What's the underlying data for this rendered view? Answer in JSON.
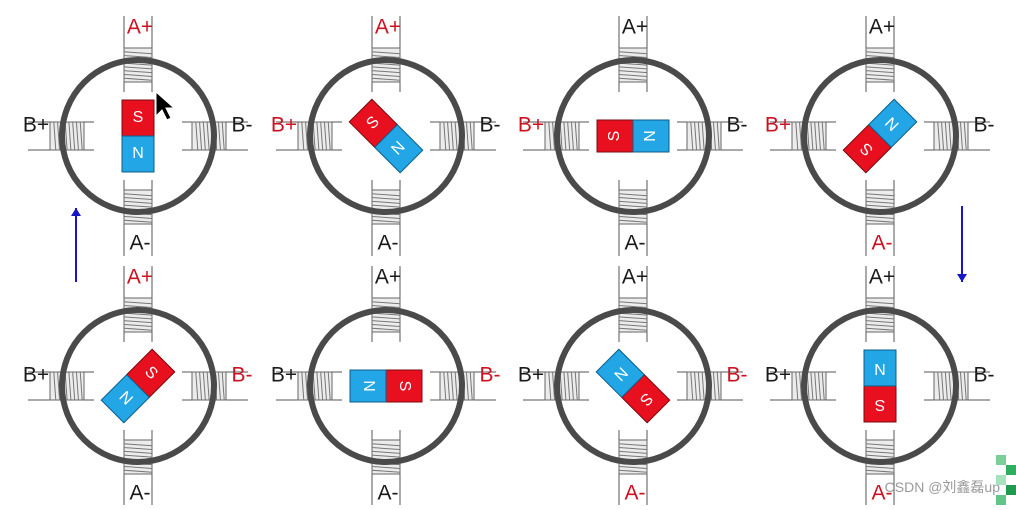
{
  "diagram": {
    "steps": [
      {
        "rotor_angle": 0,
        "active": [
          "A+"
        ]
      },
      {
        "rotor_angle": -45,
        "active": [
          "A+",
          "B+"
        ]
      },
      {
        "rotor_angle": -90,
        "active": [
          "B+"
        ]
      },
      {
        "rotor_angle": -135,
        "active": [
          "B+",
          "A-"
        ]
      },
      {
        "rotor_angle": 180,
        "active": [
          "A-"
        ]
      },
      {
        "rotor_angle": 135,
        "active": [
          "A-",
          "B-"
        ]
      },
      {
        "rotor_angle": 90,
        "active": [
          "B-"
        ]
      },
      {
        "rotor_angle": 45,
        "active": [
          "A+",
          "B-"
        ]
      }
    ],
    "pole_labels": {
      "top": "A+",
      "bottom": "A-",
      "left": "B+",
      "right": "B-"
    },
    "magnet_labels": {
      "south": "S",
      "north": "N"
    },
    "colors": {
      "active_label": "#cc1122",
      "normal_label": "#1a1a1a",
      "south": "#e8101e",
      "north": "#22a6e6",
      "ring": "#4a4a4a",
      "arrow": "#1616c8",
      "coil": "#d8d8d8"
    }
  },
  "watermark": {
    "text": "CSDN @刘鑫磊up"
  }
}
